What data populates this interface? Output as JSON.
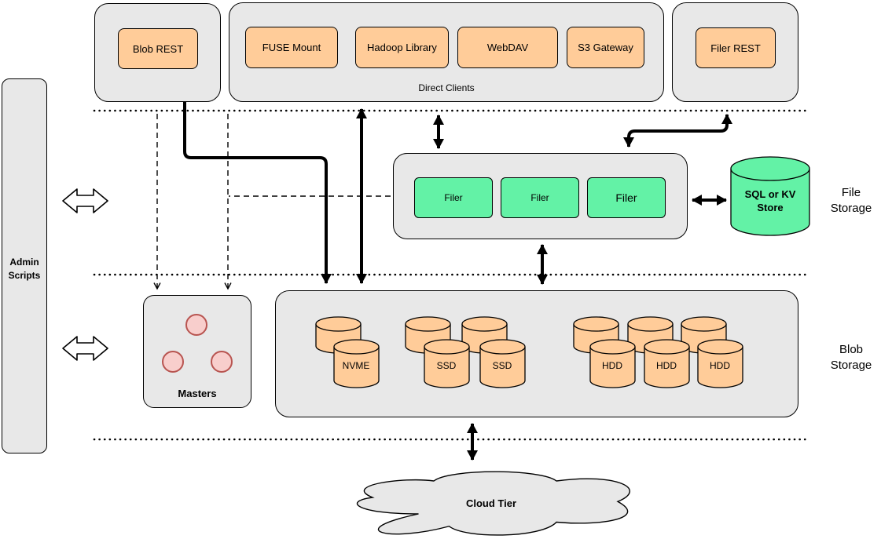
{
  "admin_panel": {
    "label": "Admin Scripts"
  },
  "top": {
    "blob_rest": {
      "label": "Blob REST"
    },
    "direct_clients": {
      "label": "Direct Clients",
      "items": [
        {
          "label": "FUSE Mount"
        },
        {
          "label": "Hadoop Library"
        },
        {
          "label": "WebDAV"
        },
        {
          "label": "S3 Gateway"
        }
      ]
    },
    "filer_rest": {
      "label": "Filer REST"
    }
  },
  "file_storage": {
    "section_label": "File Storage",
    "filers": [
      {
        "label": "Filer"
      },
      {
        "label": "Filer"
      },
      {
        "label": "Filer"
      }
    ],
    "kv_store": {
      "label": "SQL or KV Store"
    }
  },
  "masters": {
    "label": "Masters"
  },
  "blob_storage": {
    "section_label": "Blob Storage",
    "disks": [
      {
        "label": "NVME"
      },
      {
        "label": "SSD"
      },
      {
        "label": "SSD"
      },
      {
        "label": "HDD"
      },
      {
        "label": "HDD"
      },
      {
        "label": "HDD"
      }
    ]
  },
  "cloud": {
    "label": "Cloud Tier"
  },
  "colors": {
    "container_fill": "#e8e8e8",
    "box_orange": "#ffcc99",
    "box_green": "#63f2a6",
    "circle_pink": "#f8cecc",
    "circle_pink_stroke": "#b85450"
  }
}
